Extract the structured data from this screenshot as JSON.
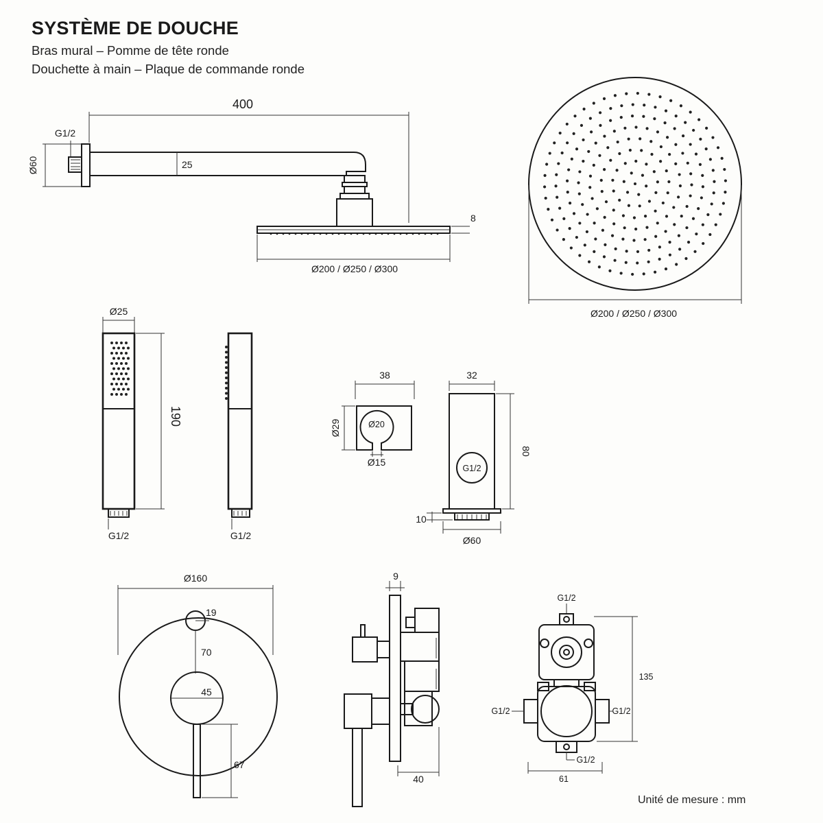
{
  "header": {
    "title": "SYSTÈME DE DOUCHE",
    "subtitle_1": "Bras mural – Pomme de tête ronde",
    "subtitle_2": "Douchette à main – Plaque de commande ronde"
  },
  "wall_arm": {
    "length": "400",
    "thread": "G1/2",
    "flange_diameter": "Ø60",
    "tube_height": "25",
    "head_thickness": "8",
    "head_diameters": "Ø200 / Ø250 / Ø300"
  },
  "rain_head_top": {
    "diameters": "Ø200 / Ø250 / Ø300"
  },
  "hand_shower": {
    "diameter": "Ø25",
    "length": "190",
    "thread_front": "G1/2",
    "thread_side": "G1/2"
  },
  "holder": {
    "width": "38",
    "height": "Ø29",
    "inner": "Ø20",
    "slot": "Ø15"
  },
  "wall_outlet": {
    "width": "32",
    "height": "80",
    "thread": "G1/2",
    "flange_thickness": "10",
    "flange_diameter": "Ø60"
  },
  "control_plate": {
    "diameter": "Ø160",
    "diverter": "19",
    "spacing": "70",
    "handle_base": "45",
    "lever_length": "67"
  },
  "valve_side": {
    "plate_thickness": "9",
    "depth": "40"
  },
  "valve_body": {
    "thread_top": "G1/2",
    "thread_left": "G1/2",
    "thread_right": "G1/2",
    "thread_bottom": "G1/2",
    "height": "135",
    "width": "61"
  },
  "footer": {
    "unit_note": "Unité de mesure : mm"
  }
}
